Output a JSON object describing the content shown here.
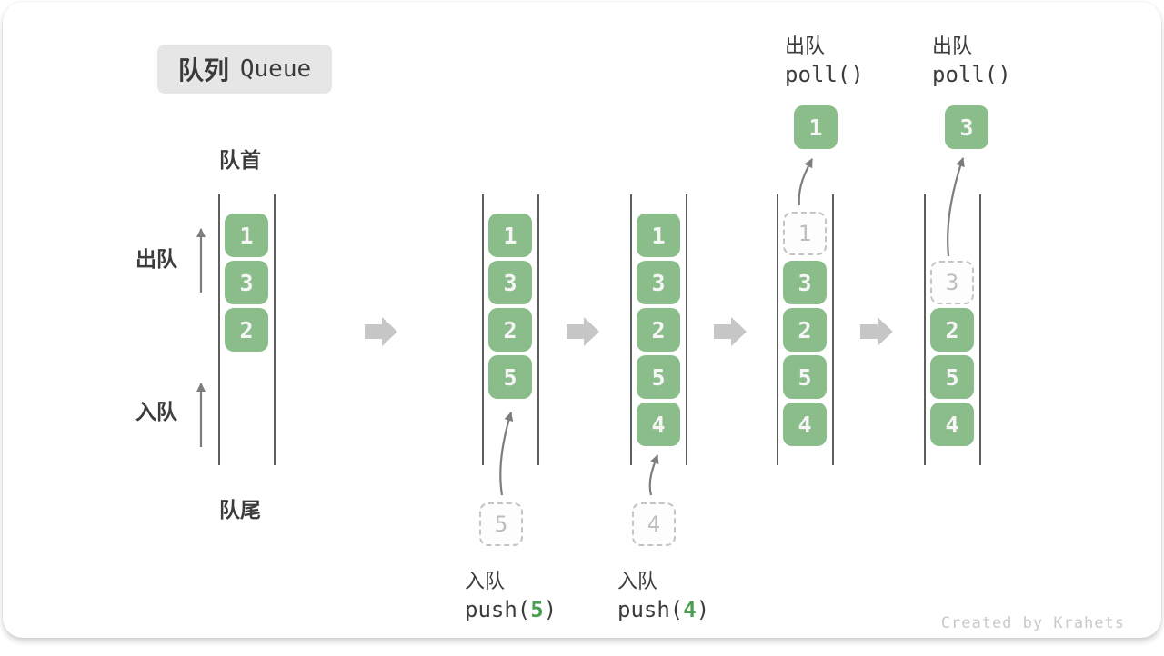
{
  "title": {
    "zh": "队列",
    "en": "Queue"
  },
  "side": {
    "front": "队首",
    "rear": "队尾",
    "dequeue": "出队",
    "enqueue": "入队"
  },
  "states": {
    "s1": {
      "boxes": [
        "1",
        "3",
        "2"
      ]
    },
    "s2": {
      "boxes": [
        "1",
        "3",
        "2",
        "5"
      ],
      "pending": "5"
    },
    "s3": {
      "boxes": [
        "1",
        "3",
        "2",
        "5",
        "4"
      ],
      "pending": "4"
    },
    "s4": {
      "removed": "1",
      "boxes": [
        "3",
        "2",
        "5",
        "4"
      ],
      "popped": "1"
    },
    "s5": {
      "removed": "3",
      "boxes": [
        "2",
        "5",
        "4"
      ],
      "popped": "3"
    }
  },
  "ops": {
    "push5": {
      "label": "入队",
      "code_pre": "push(",
      "arg": "5",
      "code_post": ")"
    },
    "push4": {
      "label": "入队",
      "code_pre": "push(",
      "arg": "4",
      "code_post": ")"
    },
    "poll1": {
      "label": "出队",
      "code": "poll()"
    },
    "poll2": {
      "label": "出队",
      "code": "poll()"
    }
  },
  "watermark": "Created by Krahets",
  "colors": {
    "box_green": "#8abd8a",
    "box_text": "#f6f6f6",
    "accent_green": "#4b9e52",
    "dashed_border": "#c4c4c4",
    "dashed_text": "#bdbdbd",
    "text_dark": "#3c3c3c",
    "block_arrow": "#c6c6c6",
    "thin_arrow": "#878787",
    "watermark_gray": "#c9c9c9"
  }
}
